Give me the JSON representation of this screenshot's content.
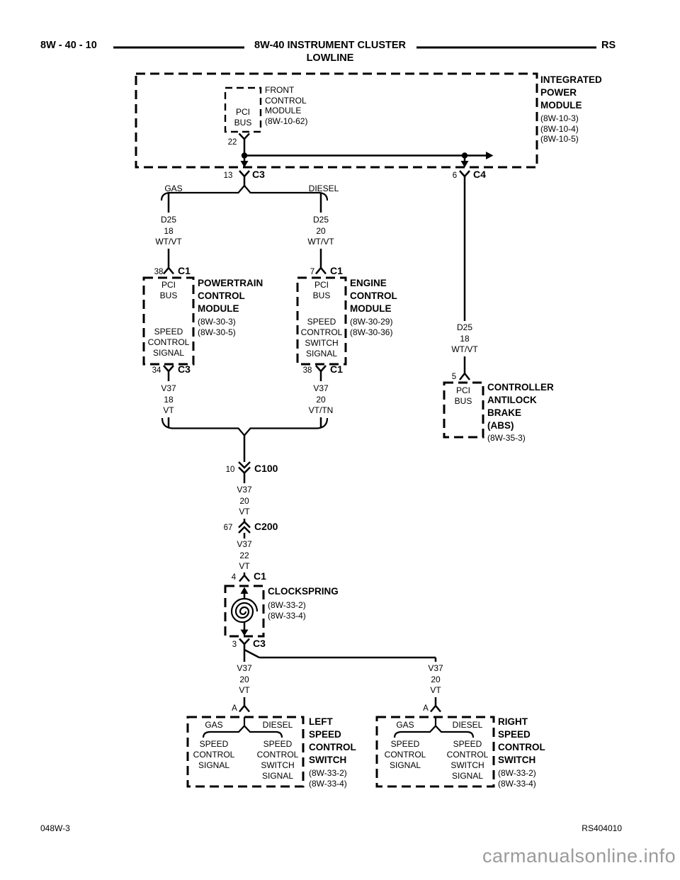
{
  "header": {
    "page_ref": "8W - 40 - 10",
    "title": "8W-40 INSTRUMENT CLUSTER",
    "subtitle": "LOWLINE",
    "region_code": "RS"
  },
  "footer": {
    "sheet_code": "048W-3",
    "drawing_code": "RS404010",
    "watermark": "carmanualsonline.info"
  },
  "colors": {
    "line": "#000000",
    "background": "#ffffff",
    "watermark_gray": "#9b9b9b"
  },
  "modules": {
    "integrated_power_module": {
      "name": "INTEGRATED\nPOWER\nMODULE",
      "refs": "(8W-10-3)\n(8W-10-4)\n(8W-10-5)"
    },
    "front_control_module": {
      "name": "FRONT\nCONTROL\nMODULE",
      "refs": "(8W-10-62)",
      "port": "PCI\nBUS",
      "pin": "22"
    },
    "powertrain_control_module": {
      "name": "POWERTRAIN\nCONTROL\nMODULE",
      "refs": "(8W-30-3)\n(8W-30-5)",
      "port_top": "PCI\nBUS",
      "port_bottom": "SPEED\nCONTROL\nSIGNAL"
    },
    "engine_control_module": {
      "name": "ENGINE\nCONTROL\nMODULE",
      "refs": "(8W-30-29)\n(8W-30-36)",
      "port_top": "PCI\nBUS",
      "port_bottom": "SPEED\nCONTROL\nSWITCH\nSIGNAL"
    },
    "controller_antilock_brake": {
      "name": "CONTROLLER\nANTILOCK\nBRAKE\n(ABS)",
      "refs": "(8W-35-3)",
      "port_top": "PCI\nBUS",
      "pin": "5"
    },
    "clockspring": {
      "name": "CLOCKSPRING",
      "refs": "(8W-33-2)\n(8W-33-4)"
    },
    "left_speed_control_switch": {
      "name": "LEFT\nSPEED\nCONTROL\nSWITCH",
      "refs": "(8W-33-2)\n(8W-33-4)",
      "pin": "A",
      "gas_label": "GAS",
      "diesel_label": "DIESEL",
      "gas_signal": "SPEED\nCONTROL\nSIGNAL",
      "diesel_signal": "SPEED\nCONTROL\nSWITCH\nSIGNAL"
    },
    "right_speed_control_switch": {
      "name": "RIGHT\nSPEED\nCONTROL\nSWITCH",
      "refs": "(8W-33-2)\n(8W-33-4)",
      "pin": "A",
      "gas_label": "GAS",
      "diesel_label": "DIESEL",
      "gas_signal": "SPEED\nCONTROL\nSIGNAL",
      "diesel_signal": "SPEED\nCONTROL\nSWITCH\nSIGNAL"
    }
  },
  "connectors": {
    "ipm_c3": {
      "pin": "13",
      "name": "C3"
    },
    "ipm_c4": {
      "pin": "6",
      "name": "C4"
    },
    "pcm_c1_top": {
      "pin": "38",
      "name": "C1"
    },
    "pcm_c3_bottom": {
      "pin": "34",
      "name": "C3"
    },
    "ecm_c1_top": {
      "pin": "7",
      "name": "C1"
    },
    "ecm_c1_bottom": {
      "pin": "38",
      "name": "C1"
    },
    "c100": {
      "pin": "10",
      "name": "C100"
    },
    "c200": {
      "pin": "67",
      "name": "C200"
    },
    "clockspring_c1_top": {
      "pin": "4",
      "name": "C1"
    },
    "clockspring_c3_bottom": {
      "pin": "3",
      "name": "C3"
    }
  },
  "branches": {
    "gas": "GAS",
    "diesel": "DIESEL"
  },
  "wires": {
    "gas_branch": "D25\n18\nWT/VT",
    "diesel_branch": "D25\n20\nWT/VT",
    "abs_branch": "D25\n18\nWT/VT",
    "pcm_out": "V37\n18\nVT",
    "ecm_out": "V37\n20\nVT/TN",
    "c100_to_c200": "V37\n20\nVT",
    "c200_to_clockspring": "V37\n22\nVT",
    "left_switch_feed": "V37\n20\nVT",
    "right_switch_feed": "V37\n20\nVT"
  }
}
